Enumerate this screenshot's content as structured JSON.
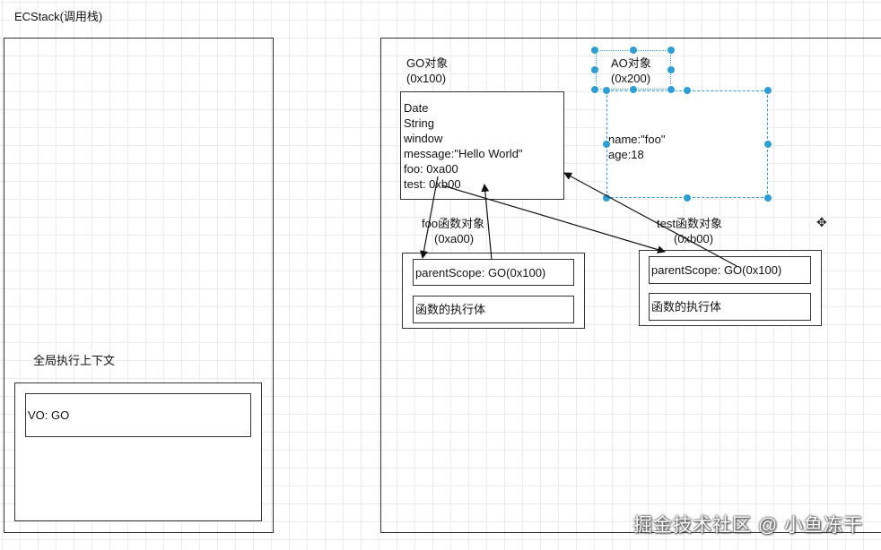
{
  "ecstack": {
    "title": "ECStack(调用栈)",
    "global_context": {
      "title": "全局执行上下文",
      "vo_label": "VO: GO"
    }
  },
  "heap": {
    "go": {
      "title_line1": "GO对象",
      "title_line2": "(0x100)",
      "props": [
        "Date",
        "String",
        "window",
        "message:\"Hello World\"",
        "foo: 0xa00",
        "test: 0xb00"
      ]
    },
    "ao": {
      "title_line1": "AO对象",
      "title_line2": "(0x200)",
      "props": [
        "name:\"foo\"",
        "age:18"
      ]
    },
    "foo_fn": {
      "title_line1": "foo函数对象",
      "title_line2": "(0xa00)",
      "parent_scope": "parentScope: GO(0x100)",
      "body_label": "函数的执行体"
    },
    "test_fn": {
      "title_line1": "test函数对象",
      "title_line2": "(0xb00)",
      "parent_scope": "parentScope: GO(0x100)",
      "body_label": "函数的执行体"
    }
  },
  "watermark": "掘金技术社区 @ 小鱼冻干",
  "colors": {
    "selection": "#2a9fd8",
    "stroke": "#333333",
    "grid": "#ececec"
  },
  "icons": {
    "move": "move-cursor-icon"
  }
}
